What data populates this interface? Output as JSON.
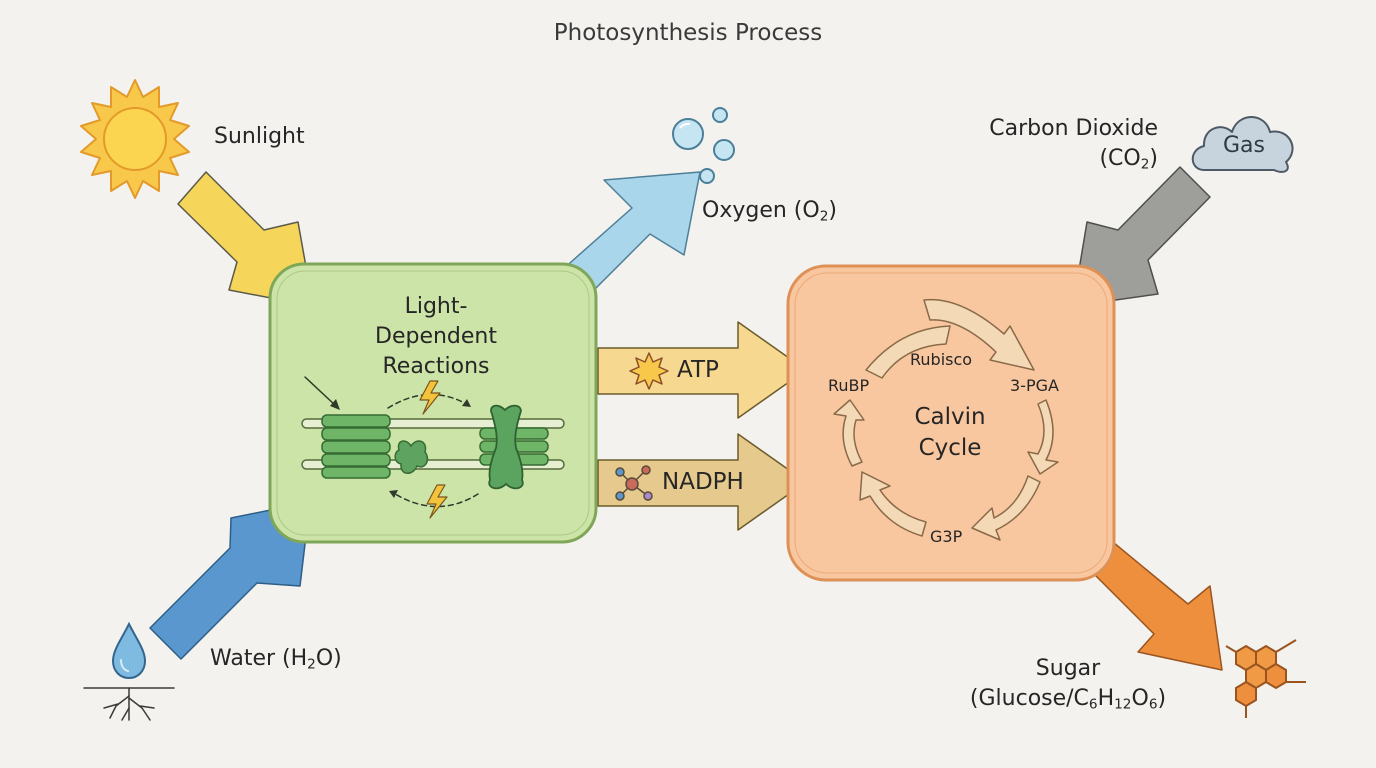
{
  "title": "Photosynthesis Process",
  "inputs": {
    "sunlight": "Sunlight",
    "water": {
      "text": "Water (H",
      "sub": "2",
      "end": "O)"
    },
    "co2": {
      "line1": "Carbon Dioxide",
      "line2_text": "(CO",
      "line2_sub": "2",
      "line2_end": ")"
    },
    "gas_cloud": "Gas"
  },
  "outputs": {
    "oxygen": {
      "text": "Oxygen (O",
      "sub": "2",
      "end": ")"
    },
    "sugar": {
      "line1": "Sugar",
      "line2_a": "(Glucose/C",
      "line2_s1": "6",
      "line2_b": "H",
      "line2_s2": "12",
      "line2_c": "O",
      "line2_s3": "6",
      "line2_d": ")"
    }
  },
  "light_reactions": {
    "line1": "Light-",
    "line2": "Dependent",
    "line3": "Reactions"
  },
  "carriers": {
    "atp": "ATP",
    "nadph": "NADPH"
  },
  "calvin_cycle": {
    "line1": "Calvin",
    "line2": "Cycle",
    "rubisco": "Rubisco",
    "rubp": "RuBP",
    "pga": "3-PGA",
    "g3p": "G3P"
  },
  "colors": {
    "background": "#f3f2ee",
    "light_box": "#cde4a8",
    "light_box_border": "#7fa659",
    "calvin_box": "#f8c79f",
    "calvin_box_border": "#de9157",
    "sun_arrow": "#f6d65a",
    "water_arrow": "#5b97cf",
    "oxygen_arrow": "#a9d6ea",
    "co2_arrow": "#9e9e9b",
    "atp_arrow": "#f7d890",
    "nadph_arrow": "#e6c98c",
    "sugar_arrow": "#ee8f3e",
    "cycle_arrow": "#f3d9b5"
  }
}
